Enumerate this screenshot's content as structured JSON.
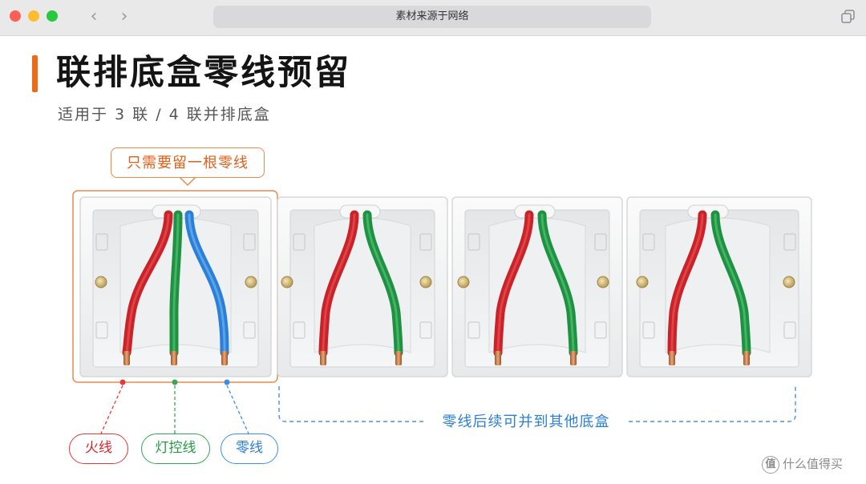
{
  "window": {
    "url_text": "素材来源于网络",
    "back_icon": "‹",
    "forward_icon": "›"
  },
  "header": {
    "title": "联排底盒零线预留",
    "subtitle": "适用于 3 联 / 4 联并排底盒"
  },
  "diagram": {
    "callout": "只需要留一根零线",
    "wire_labels": {
      "live": "火线",
      "light_control": "灯控线",
      "neutral": "零线"
    },
    "bracket_label": "零线后续可并到其他底盒",
    "boxes": [
      {
        "name": "box-1",
        "wires": [
          "red",
          "green",
          "blue"
        ],
        "highlighted": true
      },
      {
        "name": "box-2",
        "wires": [
          "red",
          "green"
        ]
      },
      {
        "name": "box-3",
        "wires": [
          "red",
          "green"
        ]
      },
      {
        "name": "box-4",
        "wires": [
          "red",
          "green"
        ]
      }
    ],
    "colors": {
      "accent": "#ec6a18",
      "live": "#d9262b",
      "light_control": "#239b47",
      "neutral": "#2b7dd9",
      "bracket": "#4a90e2"
    }
  },
  "watermark": {
    "icon_text": "值",
    "text": "什么值得买"
  }
}
